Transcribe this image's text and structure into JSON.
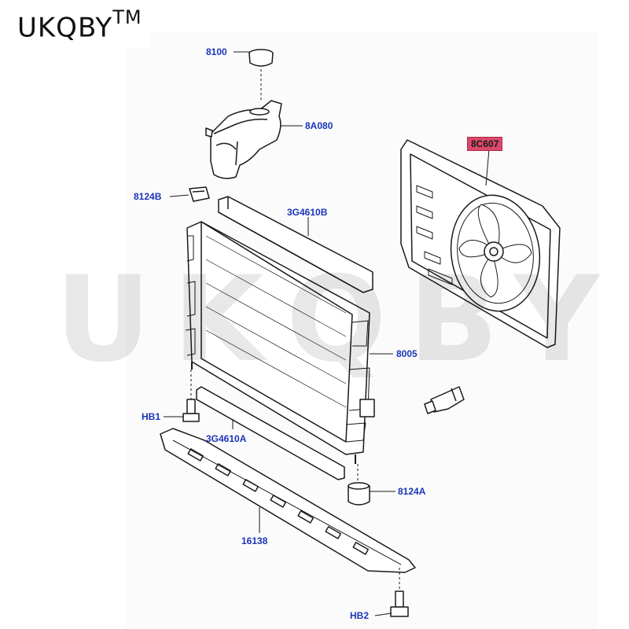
{
  "brand": {
    "name": "UKQBY",
    "tm": "TM"
  },
  "watermark": "UKQBY",
  "colors": {
    "callout_text": "#1a35b8",
    "highlight_bg": "#d94a6a",
    "line_art": "#1a1a1a"
  },
  "callouts": {
    "cap": "8100",
    "reservoir": "8A080",
    "mount_b": "8124B",
    "seal_top": "3G4610B",
    "radiator": "8005",
    "bolt_1": "HB1",
    "seal_bottom": "3G4610A",
    "mount_a": "8124A",
    "shield": "16138",
    "bolt_2": "HB2",
    "fan": "8C607"
  }
}
